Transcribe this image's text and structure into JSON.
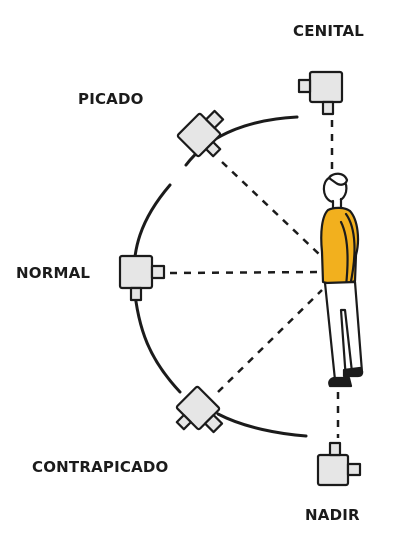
{
  "labels": {
    "cenital": "CENITAL",
    "picado": "PICADO",
    "normal": "NORMAL",
    "contrapicado": "CONTRAPICADO",
    "nadir": "NADIR"
  },
  "colors": {
    "ink": "#1b1b1b",
    "camera_fill": "#e6e6e6",
    "shirt": "#f2b01e"
  },
  "icons": {
    "camera": "camera-icon",
    "person": "person-figure"
  }
}
